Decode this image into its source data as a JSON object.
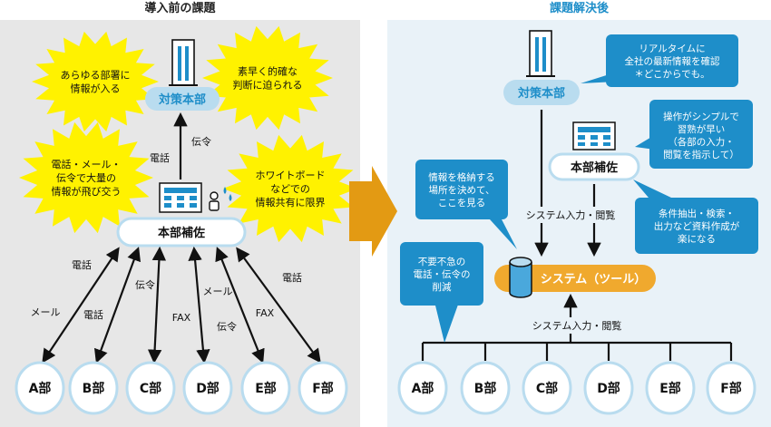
{
  "before": {
    "heading": "導入前の課題",
    "hq_label": "対策本部",
    "assistant_label": "本部補佐",
    "bursts": [
      "あらゆる部署に\n情報が入る",
      "素早く的確な\n判断に迫られる",
      "電話・メール・\n伝令で大量の\n情報が飛び交う",
      "ホワイトボード\nなどでの\n情報共有に限界"
    ],
    "hq_links": [
      "電話",
      "伝令"
    ],
    "dept_links": [
      "電話",
      "メール",
      "電話",
      "伝令",
      "FAX",
      "メール",
      "伝令",
      "FAX",
      "電話"
    ],
    "departments": [
      "A部",
      "B部",
      "C部",
      "D部",
      "E部",
      "F部"
    ]
  },
  "after": {
    "heading": "課題解決後",
    "hq_label": "対策本部",
    "assistant_label": "本部補佐",
    "system_label": "システム（ツール）",
    "input_view_label": "システム入力・閲覧",
    "bottom_input_label": "システム入力・閲覧",
    "callouts": [
      "リアルタイムに\n全社の最新情報を確認\n＊どこからでも。",
      "操作がシンプルで\n習熟が早い\n（各部の入力・\n閲覧を指示して）",
      "情報を格納する\n場所を決めて、\nここを見る",
      "条件抽出・検索・\n出力など資料作成が\n楽になる",
      "不要不急の\n電話・伝令の\n削減"
    ],
    "departments": [
      "A部",
      "B部",
      "C部",
      "D部",
      "E部",
      "F部"
    ]
  },
  "colors": {
    "accent": "#1e8ec9",
    "burst": "#fff200",
    "left_bg": "#e7e7e7",
    "right_bg": "#e9f2f8",
    "pill": "#b9dcef",
    "system": "#f0a92e",
    "arrow": "#e39a13"
  }
}
